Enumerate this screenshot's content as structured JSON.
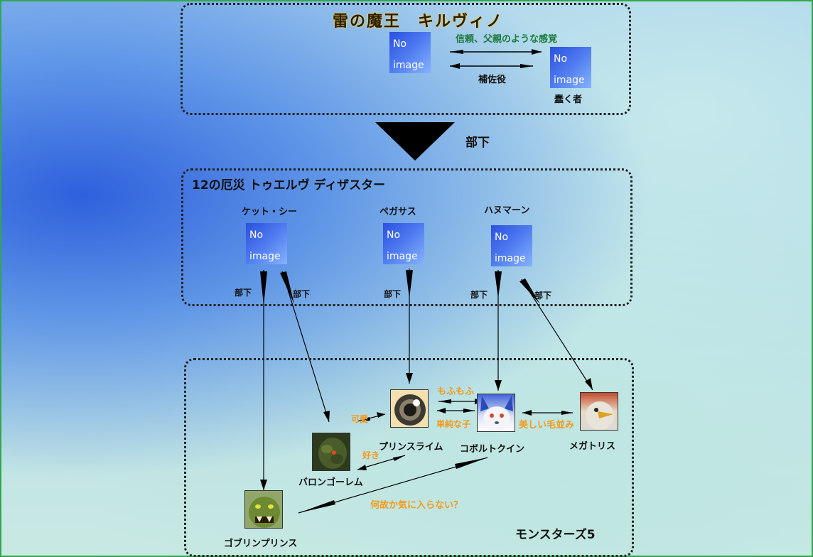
{
  "top_panel": {
    "title": "雷の魔王　キルヴィノ",
    "relation_forward": "信頼、父親のような感覚",
    "relation_back": "補佐役",
    "no_image_1": "No",
    "no_image_2": "image",
    "assistant_label": "蠢く者"
  },
  "arrow_down_label": "部下",
  "middle_panel": {
    "title": "12の厄災 トゥエルヴ ディザスター",
    "members": [
      {
        "name": "ケット・シー"
      },
      {
        "name": "ペガサス"
      },
      {
        "name": "ハヌマーン"
      }
    ],
    "sub_labels": [
      "部下",
      "部下",
      "部下",
      "部下",
      "部下"
    ]
  },
  "bottom_panel": {
    "title": "モンスターズ5",
    "monsters": [
      {
        "name": "プリンスライム"
      },
      {
        "name": "コボルトクイン"
      },
      {
        "name": "メガトリス"
      },
      {
        "name": "バロンゴーレム"
      },
      {
        "name": "ゴブリンプリンス"
      }
    ],
    "relations": {
      "mofumofu": "もふもふ",
      "junsui": "単純な子",
      "kawaii": "可愛",
      "suki": "好き",
      "utsukushii": "美しい毛並み",
      "naze": "何故か気に入らない？"
    }
  },
  "colors": {
    "frame": "#2fa84a",
    "noimage_start": "#2b4fe0",
    "noimage_end": "#87b2ff",
    "orange_text": "#f39a1a",
    "green_text": "#1d7a3c"
  }
}
